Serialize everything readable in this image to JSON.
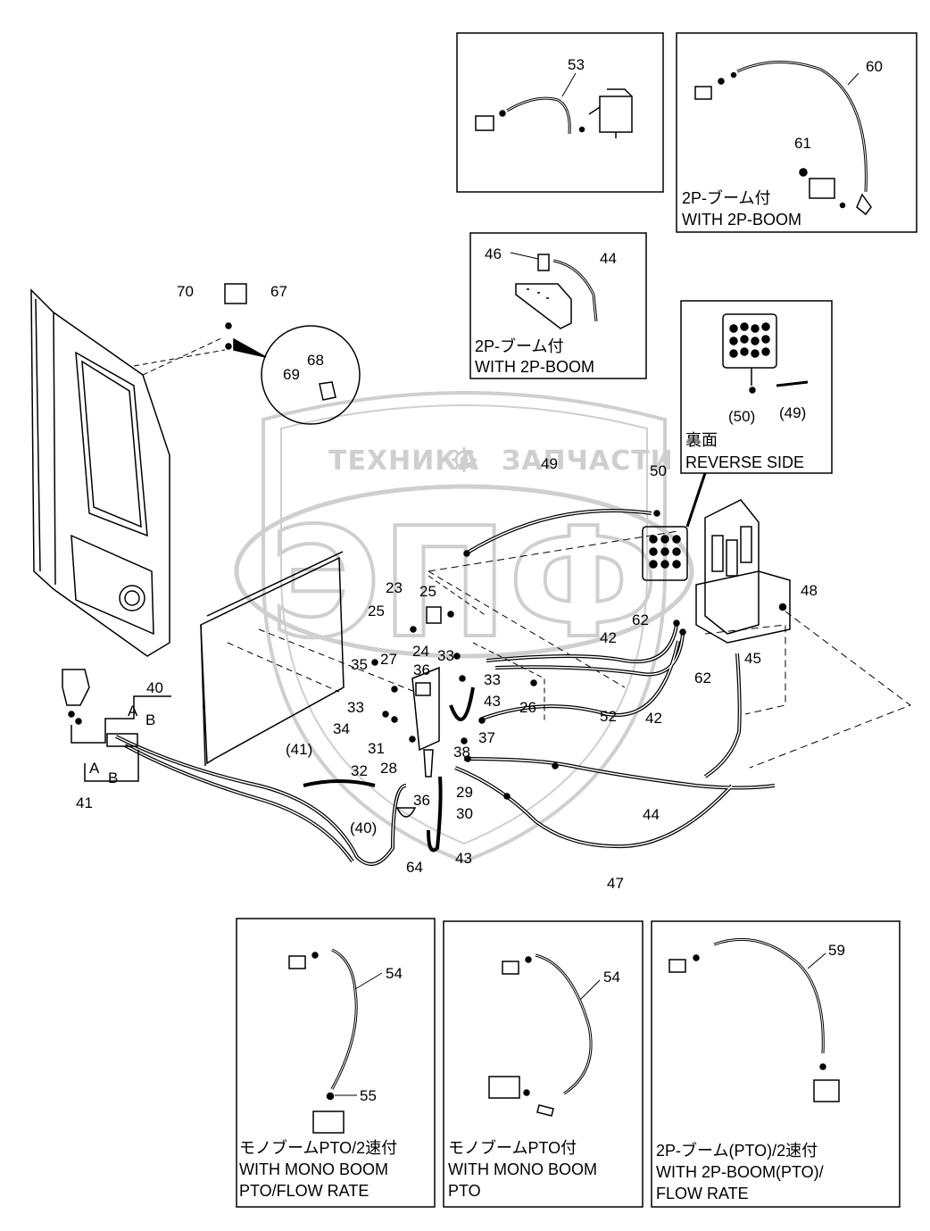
{
  "watermark": {
    "line1": "ТЕХНИКА",
    "line2": "ЗАПЧАСТИ",
    "logo": "ЭПФ",
    "gear_icon": "gear-icon",
    "color": "#c9c9c9"
  },
  "insets": {
    "top_left": {
      "part_number": "53"
    },
    "top_right": {
      "part_numbers": [
        "60",
        "61"
      ],
      "caption_jp": "2P-ブーム付",
      "caption_en": "WITH 2P-BOOM"
    },
    "middle": {
      "part_numbers": [
        "46",
        "44"
      ],
      "caption_jp": "2P-ブーム付",
      "caption_en": "WITH 2P-BOOM"
    },
    "reverse": {
      "part_numbers": [
        "(50)",
        "(49)"
      ],
      "caption_jp": "裏面",
      "caption_en": "REVERSE SIDE"
    },
    "bottom_left": {
      "part_numbers": [
        "54",
        "55"
      ],
      "caption_jp": "モノブームPTO/2速付",
      "caption_en1": "WITH MONO BOOM",
      "caption_en2": "PTO/FLOW RATE"
    },
    "bottom_middle": {
      "part_number": "54",
      "caption_jp": "モノブームPTO付",
      "caption_en1": "WITH MONO BOOM",
      "caption_en2": "PTO"
    },
    "bottom_right": {
      "part_number": "59",
      "caption_jp": "2P-ブーム(PTO)/2速付",
      "caption_en1": "WITH 2P-BOOM(PTO)/",
      "caption_en2": "FLOW RATE"
    }
  },
  "detail_circle": {
    "part_numbers": [
      "68",
      "69"
    ]
  },
  "labels": {
    "p70": "70",
    "p67": "67",
    "p49": "49",
    "p50": "50",
    "p23": "23",
    "p25a": "25",
    "p25b": "25",
    "p24": "24",
    "p27": "27",
    "p36a": "36",
    "p33a": "33",
    "p33b": "33",
    "p33c": "33",
    "p35": "35",
    "p34": "34",
    "p43a": "43",
    "p26": "26",
    "p42a": "42",
    "p42b": "42",
    "p62a": "62",
    "p62b": "62",
    "p48": "48",
    "p45": "45",
    "p52": "52",
    "p44": "44",
    "p47": "47",
    "p40": "40",
    "p41": "41",
    "p41p": "(41)",
    "p40p": "(40)",
    "pA1": "A",
    "pB1": "B",
    "pA2": "A",
    "pB2": "B",
    "p31": "31",
    "p32": "32",
    "p28": "28",
    "p38": "38",
    "p37": "37",
    "p29": "29",
    "p36b": "36",
    "p30": "30",
    "p64": "64",
    "p43b": "43"
  }
}
